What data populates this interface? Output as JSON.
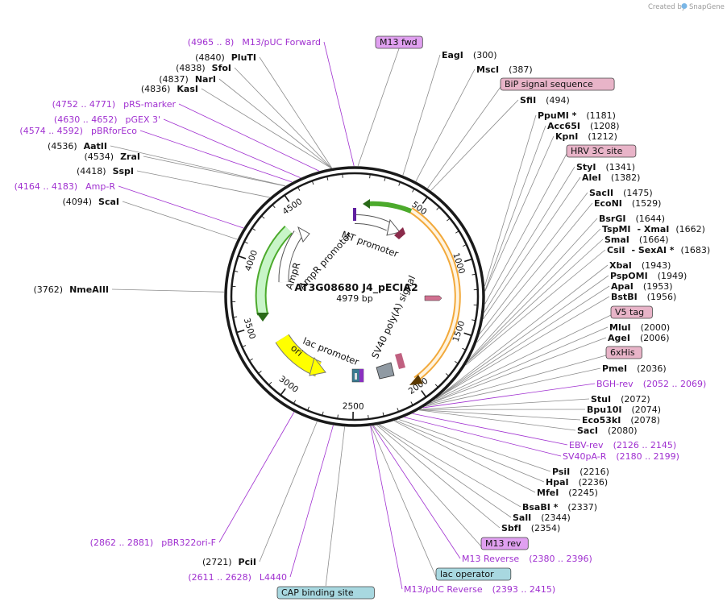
{
  "credit": {
    "prefix": "Created by",
    "brand": "SnapGene"
  },
  "plasmid": {
    "name": "AT3G08680 J4_pECIA2",
    "length": "4979 bp"
  },
  "ruler": [
    "500",
    "1000",
    "1500",
    "2000",
    "2500",
    "3000",
    "3500",
    "4000",
    "4500"
  ],
  "features": [
    {
      "label": "MT promoter",
      "color": "#ffffff"
    },
    {
      "label": "AmpR",
      "color": "#c8f5c8"
    },
    {
      "label": "AmpR promoter",
      "color": "#ffffff"
    },
    {
      "label": "ori",
      "color": "#ffff00"
    },
    {
      "label": "lac promoter",
      "color": "#ffffff"
    },
    {
      "label": "SV40 poly(A) signal",
      "color": "#ffffff"
    }
  ],
  "right_labels": [
    {
      "name": "EagI",
      "pos": "(300)"
    },
    {
      "name": "MscI",
      "pos": "(387)"
    },
    {
      "box": "BiP signal sequence"
    },
    {
      "name": "SfiI",
      "pos": "(494)"
    },
    {
      "name": "PpuMI *",
      "pos": "(1181)"
    },
    {
      "name": "Acc65I",
      "pos": "(1208)"
    },
    {
      "name": "KpnI",
      "pos": "(1212)"
    },
    {
      "box": "HRV 3C site"
    },
    {
      "name": "StyI",
      "pos": "(1341)"
    },
    {
      "name": "AleI",
      "pos": "(1382)"
    },
    {
      "name": "SacII",
      "pos": "(1475)"
    },
    {
      "name": "EcoNI",
      "pos": "(1529)"
    },
    {
      "name": "BsrGI",
      "pos": "(1644)"
    },
    {
      "name": "TspMI",
      "pos": "",
      "name2": "- XmaI",
      "pos2": "(1662)"
    },
    {
      "name": "SmaI",
      "pos": "(1664)"
    },
    {
      "name": "CsiI",
      "pos": "",
      "name2": "- SexAI *",
      "pos2": "(1683)"
    },
    {
      "name": "XbaI",
      "pos": "(1943)"
    },
    {
      "name": "PspOMI",
      "pos": "(1949)"
    },
    {
      "name": "ApaI",
      "pos": "(1953)"
    },
    {
      "name": "BstBI",
      "pos": "(1956)"
    },
    {
      "box": "V5 tag"
    },
    {
      "name": "MluI",
      "pos": "(2000)"
    },
    {
      "name": "AgeI",
      "pos": "(2006)"
    },
    {
      "box": "6xHis"
    },
    {
      "name": "PmeI",
      "pos": "(2036)"
    },
    {
      "primer": "BGH-rev",
      "range": "(2052 .. 2069)"
    },
    {
      "name": "StuI",
      "pos": "(2072)"
    },
    {
      "name": "Bpu10I",
      "pos": "(2074)"
    },
    {
      "name": "Eco53kI",
      "pos": "(2078)"
    },
    {
      "name": "SacI",
      "pos": "(2080)"
    },
    {
      "primer": "EBV-rev",
      "range": "(2126 .. 2145)"
    },
    {
      "primer": "SV40pA-R",
      "range": "(2180 .. 2199)"
    },
    {
      "name": "PsiI",
      "pos": "(2216)"
    },
    {
      "name": "HpaI",
      "pos": "(2236)"
    },
    {
      "name": "MfeI",
      "pos": "(2245)"
    },
    {
      "name": "BsaBI *",
      "pos": "(2337)"
    },
    {
      "name": "SalI",
      "pos": "(2344)"
    },
    {
      "name": "SbfI",
      "pos": "(2354)"
    },
    {
      "box": "M13 rev"
    },
    {
      "primer": "M13 Reverse",
      "range": "(2380 .. 2396)"
    },
    {
      "box": "lac operator"
    },
    {
      "primer": "M13/pUC Reverse",
      "range": "(2393 .. 2415)"
    }
  ],
  "left_labels": [
    {
      "primer": "M13/pUC Forward",
      "range": "(4965 .. 8)"
    },
    {
      "box": "M13 fwd"
    },
    {
      "name": "PluTI",
      "pos": "(4840)"
    },
    {
      "name": "SfoI",
      "pos": "(4838)"
    },
    {
      "name": "NarI",
      "pos": "(4837)"
    },
    {
      "name": "KasI",
      "pos": "(4836)"
    },
    {
      "primer": "pRS-marker",
      "range": "(4752 .. 4771)"
    },
    {
      "primer": "pGEX 3'",
      "range": "(4630 .. 4652)"
    },
    {
      "primer": "pBRforEco",
      "range": "(4574 .. 4592)"
    },
    {
      "name": "AatII",
      "pos": "(4536)"
    },
    {
      "name": "ZraI",
      "pos": "(4534)"
    },
    {
      "name": "SspI",
      "pos": "(4418)"
    },
    {
      "primer": "Amp-R",
      "range": "(4164 .. 4183)"
    },
    {
      "name": "ScaI",
      "pos": "(4094)"
    },
    {
      "name": "NmeAIII",
      "pos": "(3762)"
    },
    {
      "primer": "pBR322ori-F",
      "range": "(2862 .. 2881)"
    },
    {
      "name": "PciI",
      "pos": "(2721)"
    },
    {
      "primer": "L4440",
      "range": "(2611 .. 2628)"
    },
    {
      "box": "CAP binding site"
    }
  ],
  "colors": {
    "primer": "#a030d0",
    "primer_box": "#e0a0f0",
    "feature_box": "#e8b4c8",
    "reg_box": "#a8d8e0",
    "ring": "#1a1a1a"
  }
}
